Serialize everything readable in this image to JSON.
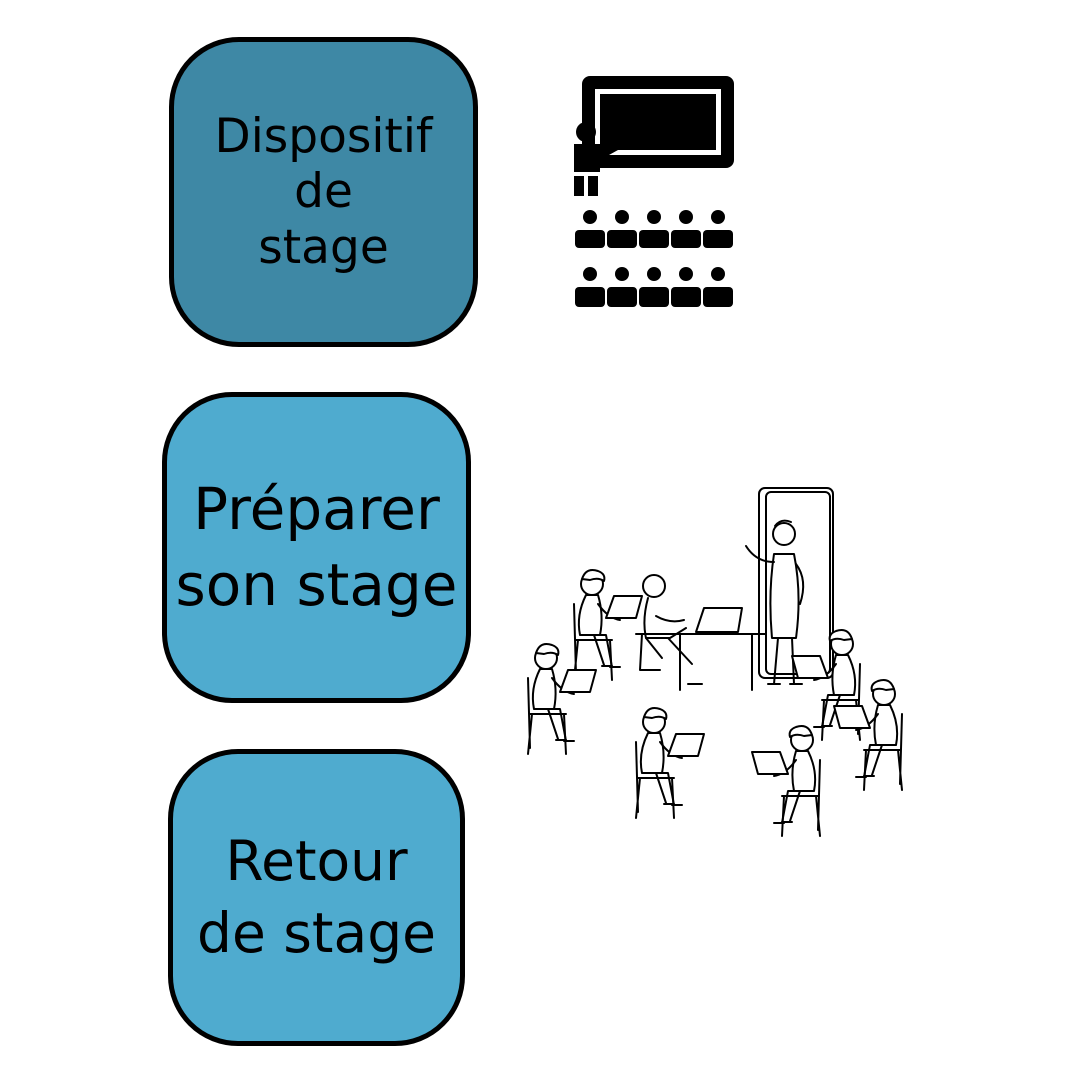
{
  "boxes": [
    {
      "lines": [
        "Dispositif",
        "de",
        "stage"
      ],
      "color": "#3e88a5"
    },
    {
      "lines": [
        "Préparer",
        "son stage"
      ],
      "color": "#4fabcf"
    },
    {
      "lines": [
        "Retour",
        "de stage"
      ],
      "color": "#4fabcf"
    }
  ],
  "icons": [
    "classroom-presentation-icon",
    "group-workshop-illustration"
  ]
}
